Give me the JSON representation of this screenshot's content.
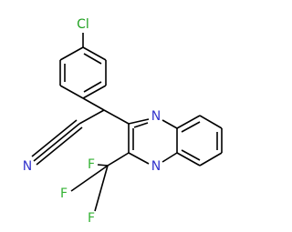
{
  "molecule": {
    "atom_labels": {
      "chlorine": "Cl",
      "nitrile_nitrogen": "N",
      "ring_nitrogen_top": "N",
      "ring_nitrogen_bottom": "N",
      "fluorine_top": "F",
      "fluorine_left": "F",
      "fluorine_bottom": "F"
    },
    "colors": {
      "bond": "#000000",
      "chlorine": "#1FA01F",
      "nitrogen": "#3333CC",
      "fluorine": "#33B233"
    }
  }
}
